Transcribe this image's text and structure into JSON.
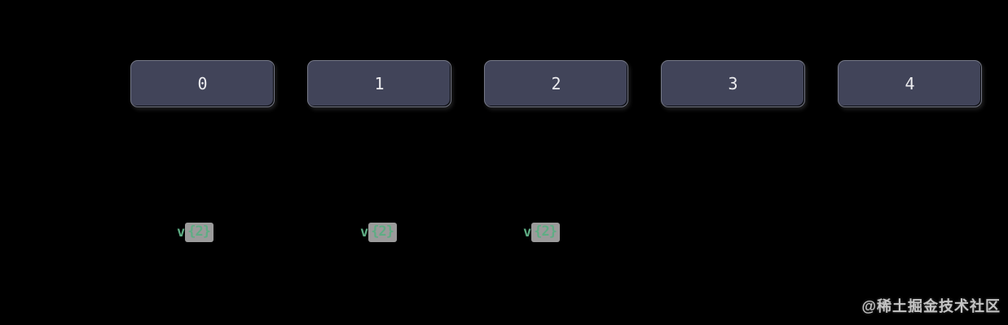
{
  "theme": {
    "canvas-bg": "#000000",
    "box-fill": "#414459",
    "box-border": "rgba(255,255,255,0.28)",
    "box-text": "#ececef",
    "marker-green": "#5ead84",
    "pill-bg": "#9b9b9b",
    "watermark-color": "#c4c4c4"
  },
  "boxes": {
    "items": [
      {
        "label": "0"
      },
      {
        "label": "1"
      },
      {
        "label": "2"
      },
      {
        "label": "3"
      },
      {
        "label": "4"
      }
    ]
  },
  "markers": {
    "items": [
      {
        "prefix": "v",
        "value": "{2}"
      },
      {
        "prefix": "v",
        "value": "{2}"
      },
      {
        "prefix": "v",
        "value": "{2}"
      }
    ]
  },
  "watermark": {
    "text": "@稀土掘金技术社区"
  }
}
